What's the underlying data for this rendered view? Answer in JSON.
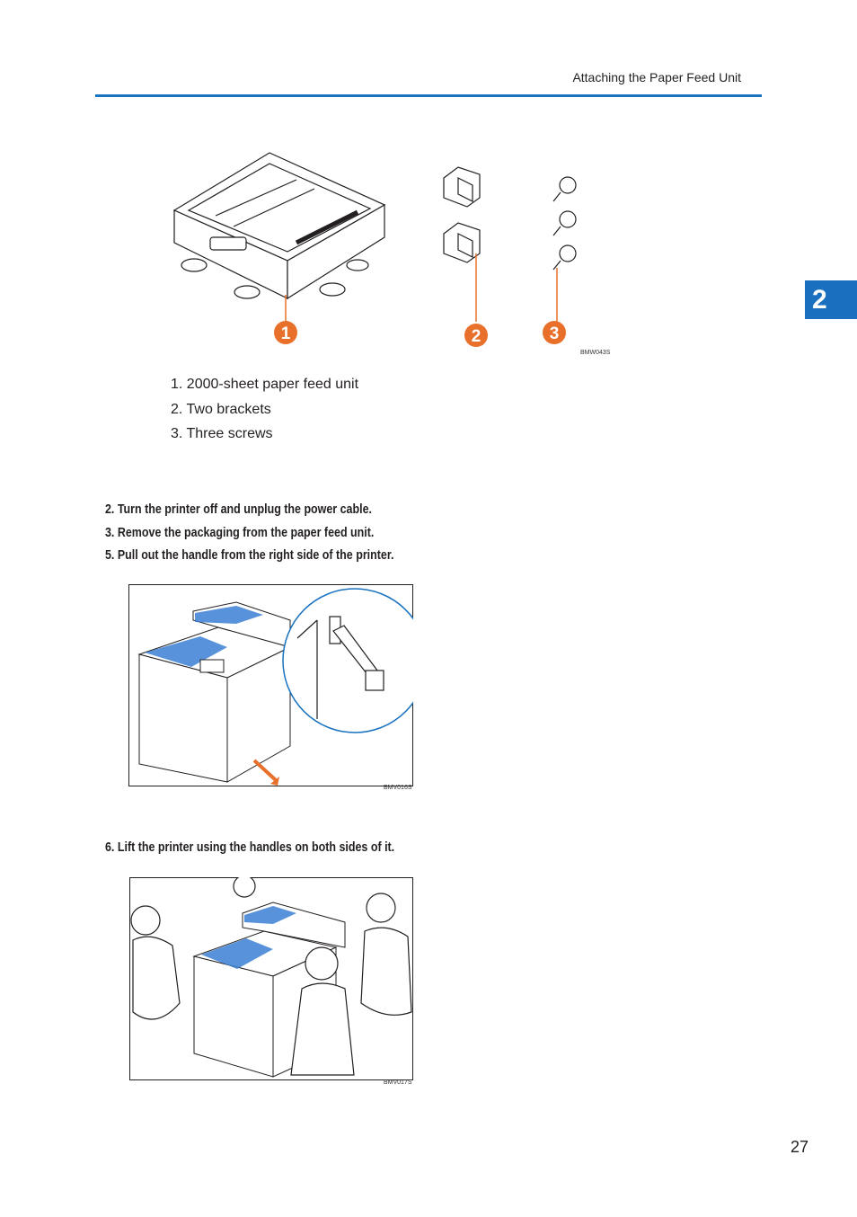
{
  "header": {
    "title": "Attaching the Paper Feed Unit"
  },
  "chapter_tab": {
    "label": "2"
  },
  "figure1": {
    "callouts": [
      "1",
      "2",
      "3"
    ],
    "code": "BMW043S"
  },
  "parts_list": {
    "items": [
      "1. 2000-sheet paper feed unit",
      "2. Two brackets",
      "3. Three screws"
    ]
  },
  "steps": [
    "2. Turn the printer off and unplug the power cable.",
    "3. Remove the packaging from the paper feed unit.",
    "5. Pull out the handle from the right side of the printer.",
    "6. Lift the printer using the handles on both sides of it."
  ],
  "figure2": {
    "code": "BMV016S"
  },
  "figure3": {
    "code": "BMV017S"
  },
  "page_number": "27",
  "colors": {
    "accent_blue": "#1a73c0",
    "tab_blue": "#1a6fbf",
    "callout_orange": "#e8702a",
    "printer_blue": "#3b7fd4"
  }
}
